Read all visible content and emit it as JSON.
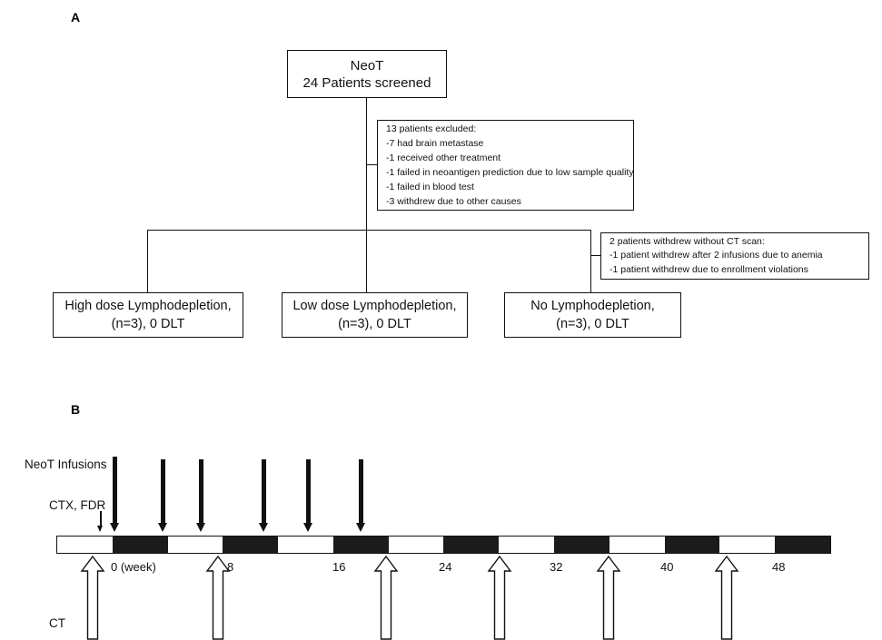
{
  "figure": {
    "panels": [
      {
        "id": "A",
        "label": "A"
      },
      {
        "id": "B",
        "label": "B"
      }
    ]
  },
  "panel_a": {
    "screened_box": {
      "line1": "NeoT",
      "line2": "24 Patients screened"
    },
    "excluded_box": {
      "heading": "13 patients excluded:",
      "items": [
        "-7 had brain metastase",
        "-1 received other treatment",
        "-1 failed in neoantigen prediction due to low sample quality",
        "-1 failed in blood test",
        "-3 withdrew due to other causes"
      ]
    },
    "withdrew_box": {
      "heading": "2 patients withdrew without CT scan:",
      "items": [
        "-1 patient withdrew after 2 infusions due to anemia",
        "-1 patient withdrew due to enrollment violations"
      ]
    },
    "arms": [
      {
        "name": "high-dose",
        "line1": "High dose Lymphodepletion,",
        "line2": "(n=3), 0 DLT"
      },
      {
        "name": "low-dose",
        "line1": "Low dose Lymphodepletion,",
        "line2": "(n=3), 0 DLT"
      },
      {
        "name": "none",
        "line1": "No Lymphodepletion,",
        "line2": "(n=3), 0 DLT"
      }
    ]
  },
  "panel_b": {
    "labels": {
      "infusions": "NeoT Infusions",
      "conditioning": "CTX, FDR",
      "ct": "CT"
    },
    "axis": {
      "unit_label": "0 (week)",
      "ticks": [
        "0 (week)",
        "8",
        "16",
        "24",
        "32",
        "40",
        "48"
      ],
      "tick_weeks": [
        0,
        8,
        16,
        24,
        32,
        40,
        48
      ]
    },
    "timeline_bar": {
      "segment_count": 14,
      "segment_colors": [
        "white",
        "black",
        "white",
        "black",
        "white",
        "black",
        "white",
        "black",
        "white",
        "black",
        "white",
        "black",
        "white",
        "black"
      ]
    },
    "infusion_arrows": {
      "count": 6,
      "x_positions": [
        127,
        180,
        222,
        291,
        340,
        398
      ]
    },
    "conditioning_arrow": {
      "count": 1,
      "x_positions": [
        111
      ]
    },
    "ct_arrows": {
      "count": 6,
      "x_positions": [
        102,
        240,
        425,
        550,
        670,
        800
      ]
    }
  },
  "colors": {
    "ink": "#111111",
    "bar_black": "#1b1b1b",
    "background": "#ffffff"
  }
}
